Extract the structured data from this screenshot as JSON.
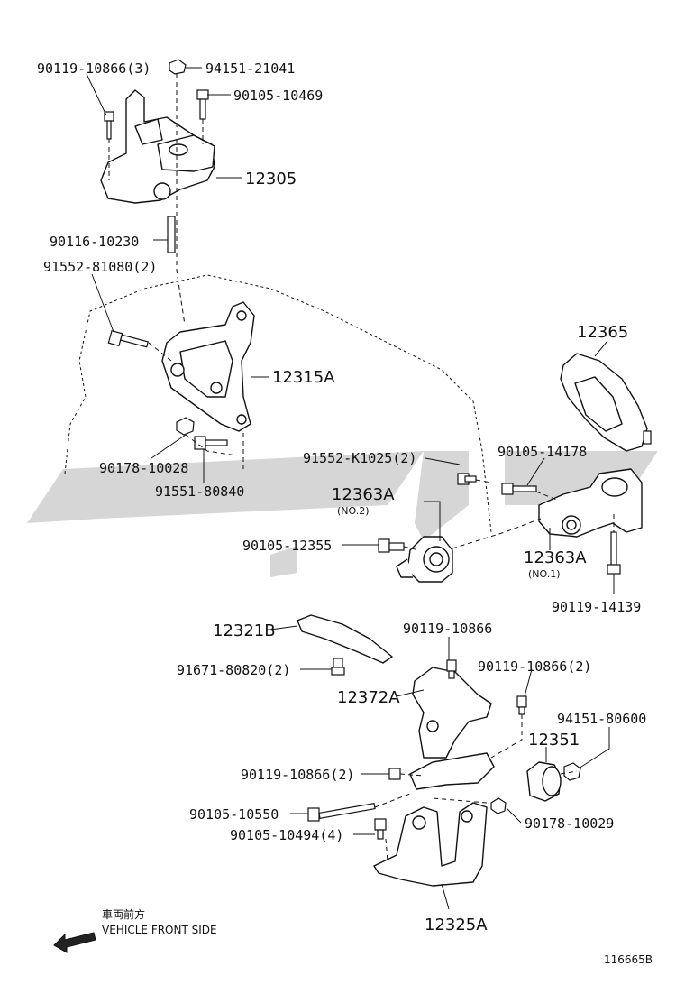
{
  "watermark_text": "",
  "parts": {
    "p90119_10866_3": "90119-10866(3)",
    "p94151_21041": "94151-21041",
    "p90105_10469": "90105-10469",
    "p12305": "12305",
    "p90116_10230": "90116-10230",
    "p91552_81080_2": "91552-81080(2)",
    "p12315A": "12315A",
    "p90178_10028": "90178-10028",
    "p91551_80840": "91551-80840",
    "p91552_K1025_2": "91552-K1025(2)",
    "p12363A_top": "12363A",
    "p12363A_top_sub": "(NO.2)",
    "p90105_12355": "90105-12355",
    "p12365": "12365",
    "p90105_14178": "90105-14178",
    "p12363A_bottom": "12363A",
    "p12363A_bottom_sub": "(NO.1)",
    "p90119_14139": "90119-14139",
    "p12321B": "12321B",
    "p90119_10866": "90119-10866",
    "p91671_80820_2": "91671-80820(2)",
    "p90119_10866_2a": "90119-10866(2)",
    "p12372A": "12372A",
    "p94151_80600": "94151-80600",
    "p12351": "12351",
    "p90119_10866_2b": "90119-10866(2)",
    "p90105_10550": "90105-10550",
    "p90105_10494_4": "90105-10494(4)",
    "p90178_10029": "90178-10029",
    "p12325A": "12325A"
  },
  "direction": {
    "japanese": "車両前方",
    "english": "VEHICLE FRONT SIDE"
  },
  "figure_code": "116665B"
}
